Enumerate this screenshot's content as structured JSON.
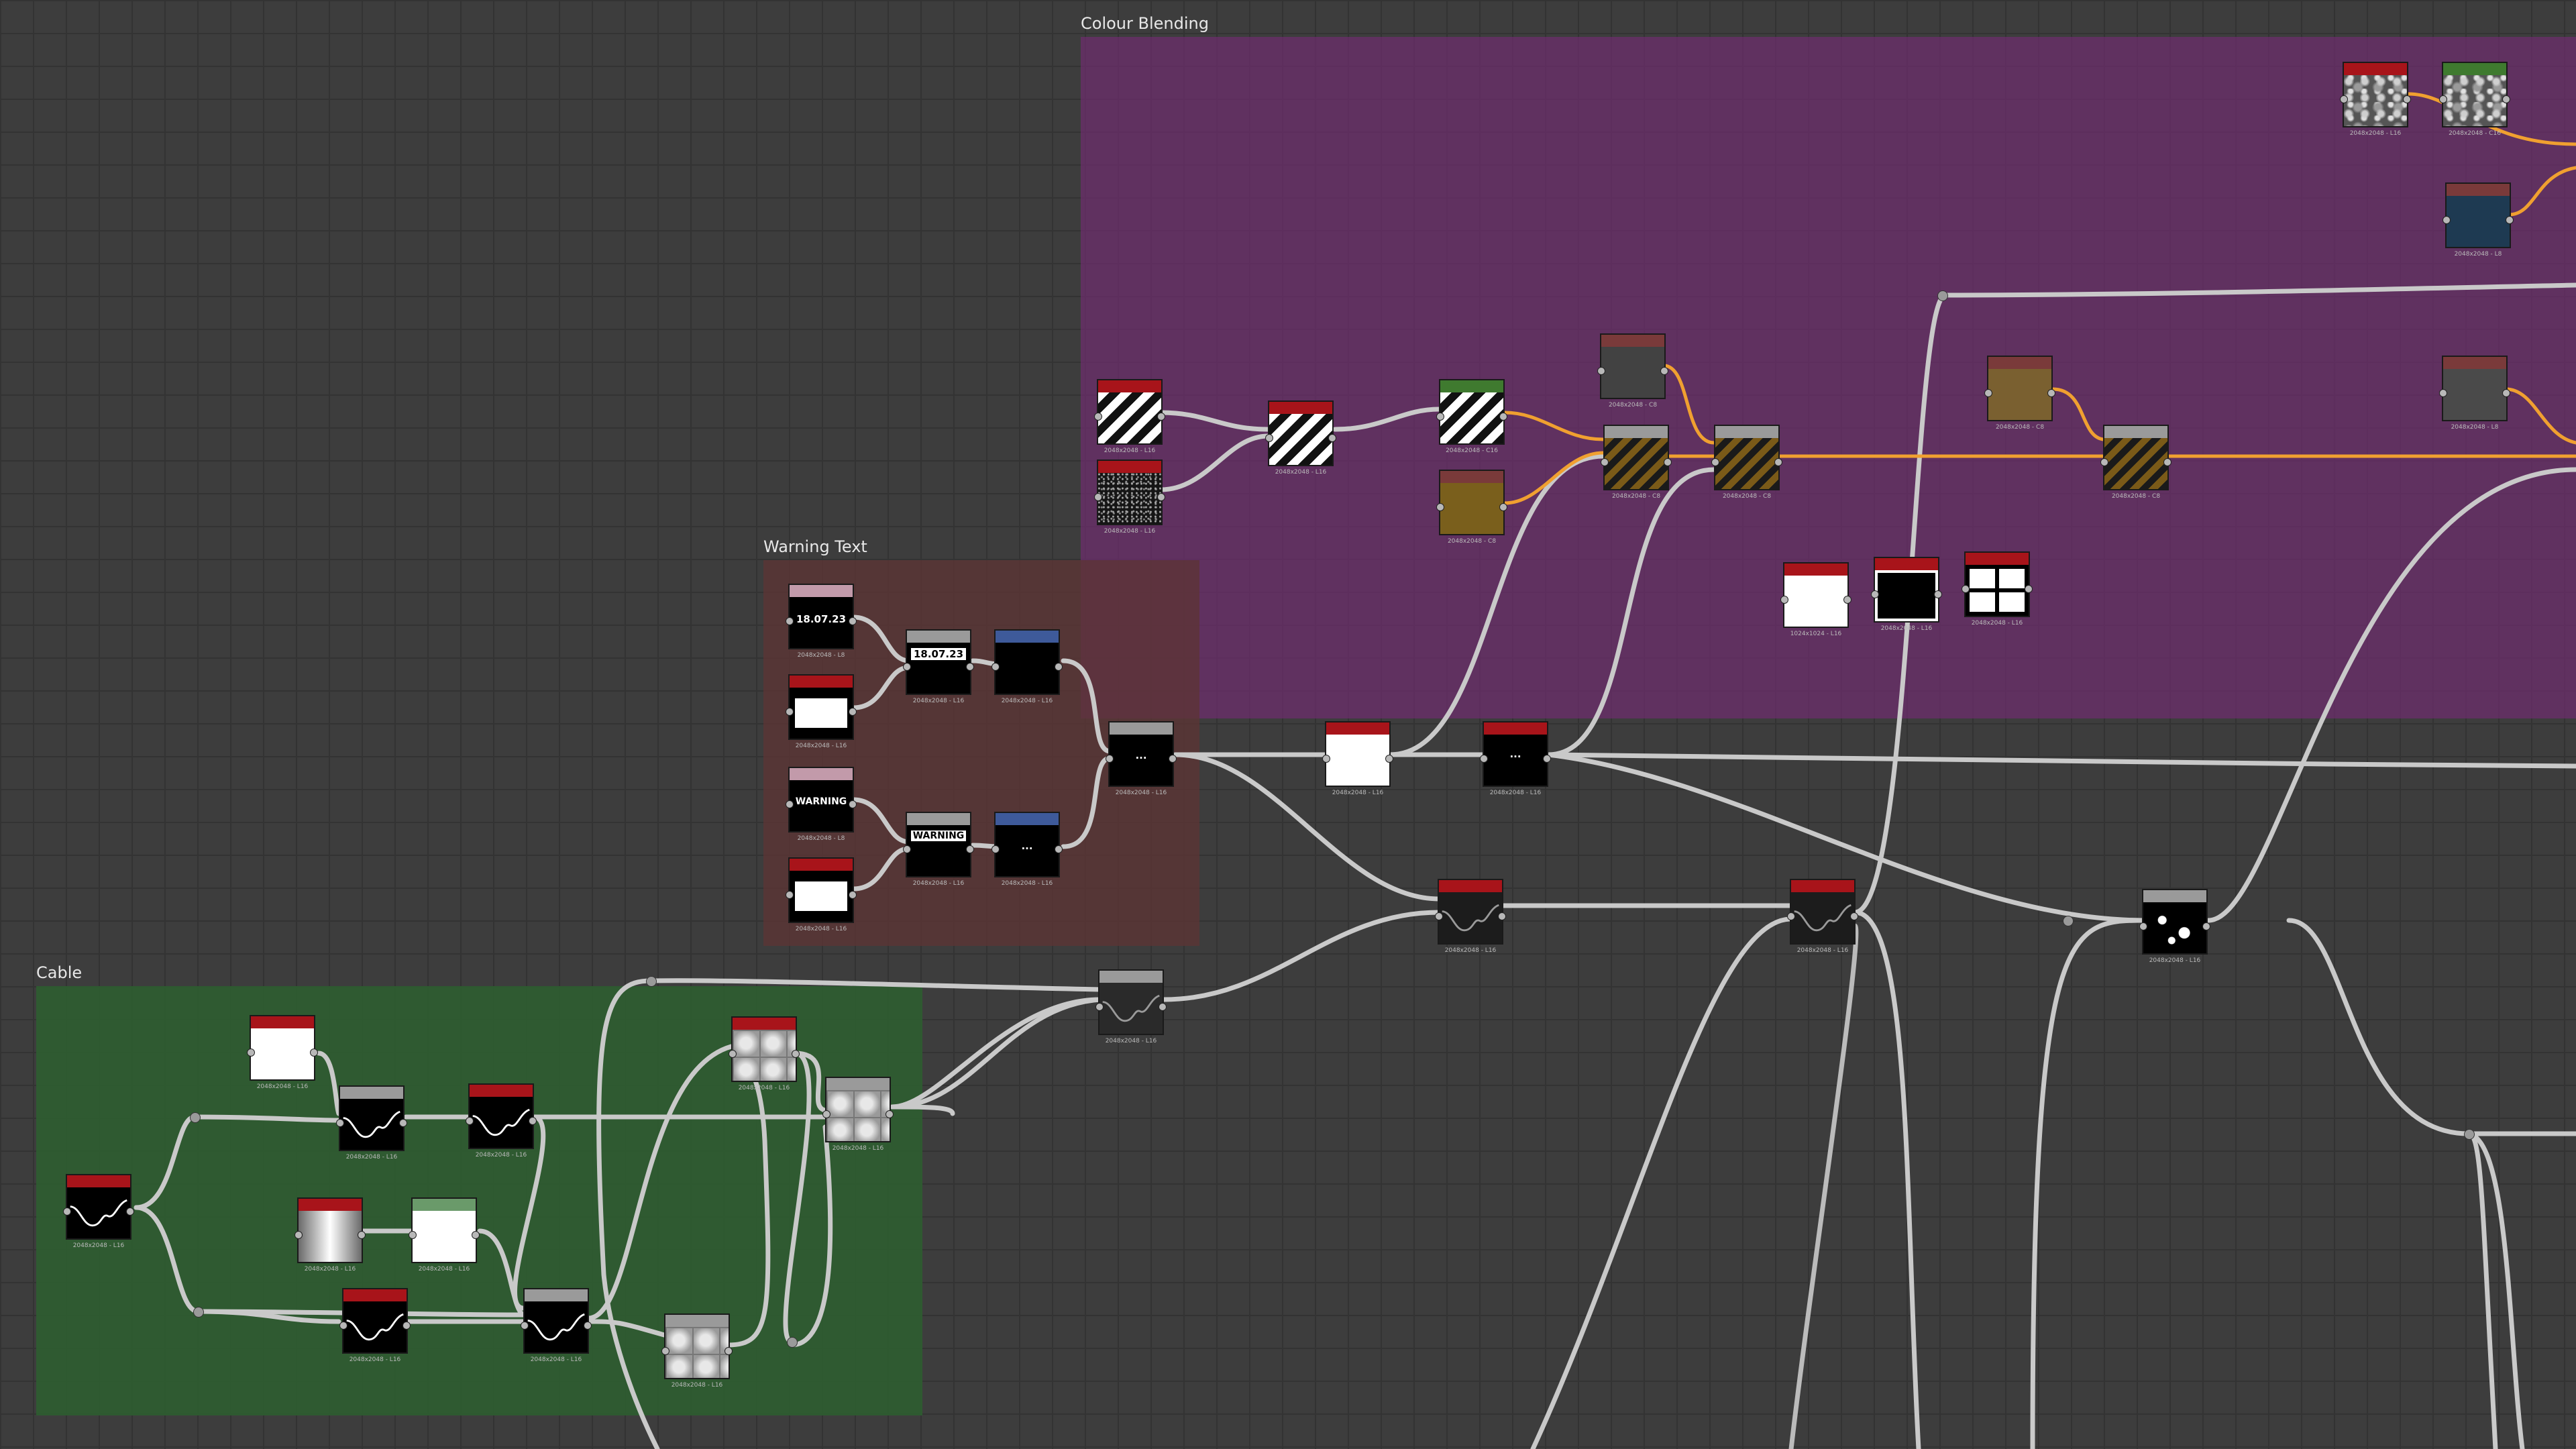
{
  "frames": {
    "colour_blending": {
      "title": "Colour Blending",
      "color": "#5b2d5b"
    },
    "warning_text": {
      "title": "Warning Text",
      "color": "#4c2e2e"
    },
    "cable": {
      "title": "Cable",
      "color": "#2d562f"
    }
  },
  "colors": {
    "wire": "#c9c9c9",
    "wire_colour": "#f0a030",
    "header_red": "#a8141a",
    "header_grey": "#9a9a9a",
    "header_green": "#3f7a2f",
    "header_mauve": "#c29aaa",
    "header_blue": "#3e5a9a",
    "header_brown": "#7a3a3a"
  },
  "node_labels": {
    "warning_date": "18.07.23",
    "warning_word": "WARNING",
    "warning_ellipsis": "..."
  },
  "node_captions": {
    "c_2048_l16": "2048x2048 - L16",
    "c_2048_c16": "2048x2048 - C16",
    "c_2048_c8": "2048x2048 - C8",
    "c_2048_l8": "2048x2048 - L8",
    "c_1024_l16": "1024x1024 - L16"
  }
}
